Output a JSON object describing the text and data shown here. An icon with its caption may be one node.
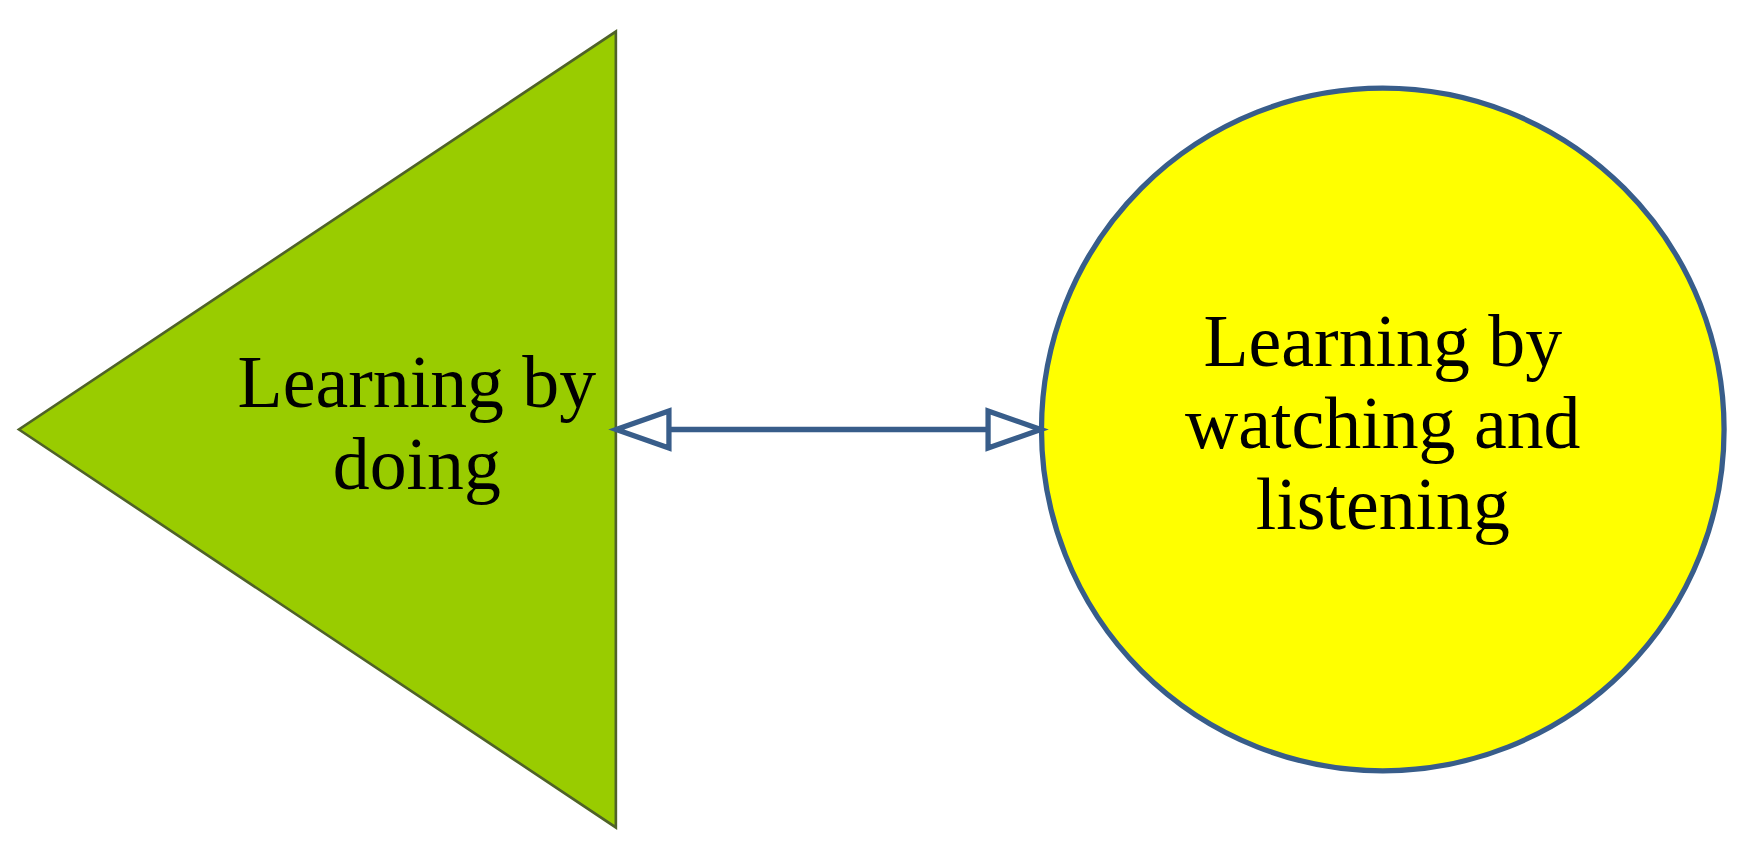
{
  "diagram": {
    "nodes": [
      {
        "text": [
          "Learning by doing"
        ]
      },
      {
        "text": [
          "Learning by watching and listening"
        ]
      }
    ],
    "edges": [
      {
        "from": 0,
        "to": 1,
        "arrow": "both"
      }
    ]
  }
}
